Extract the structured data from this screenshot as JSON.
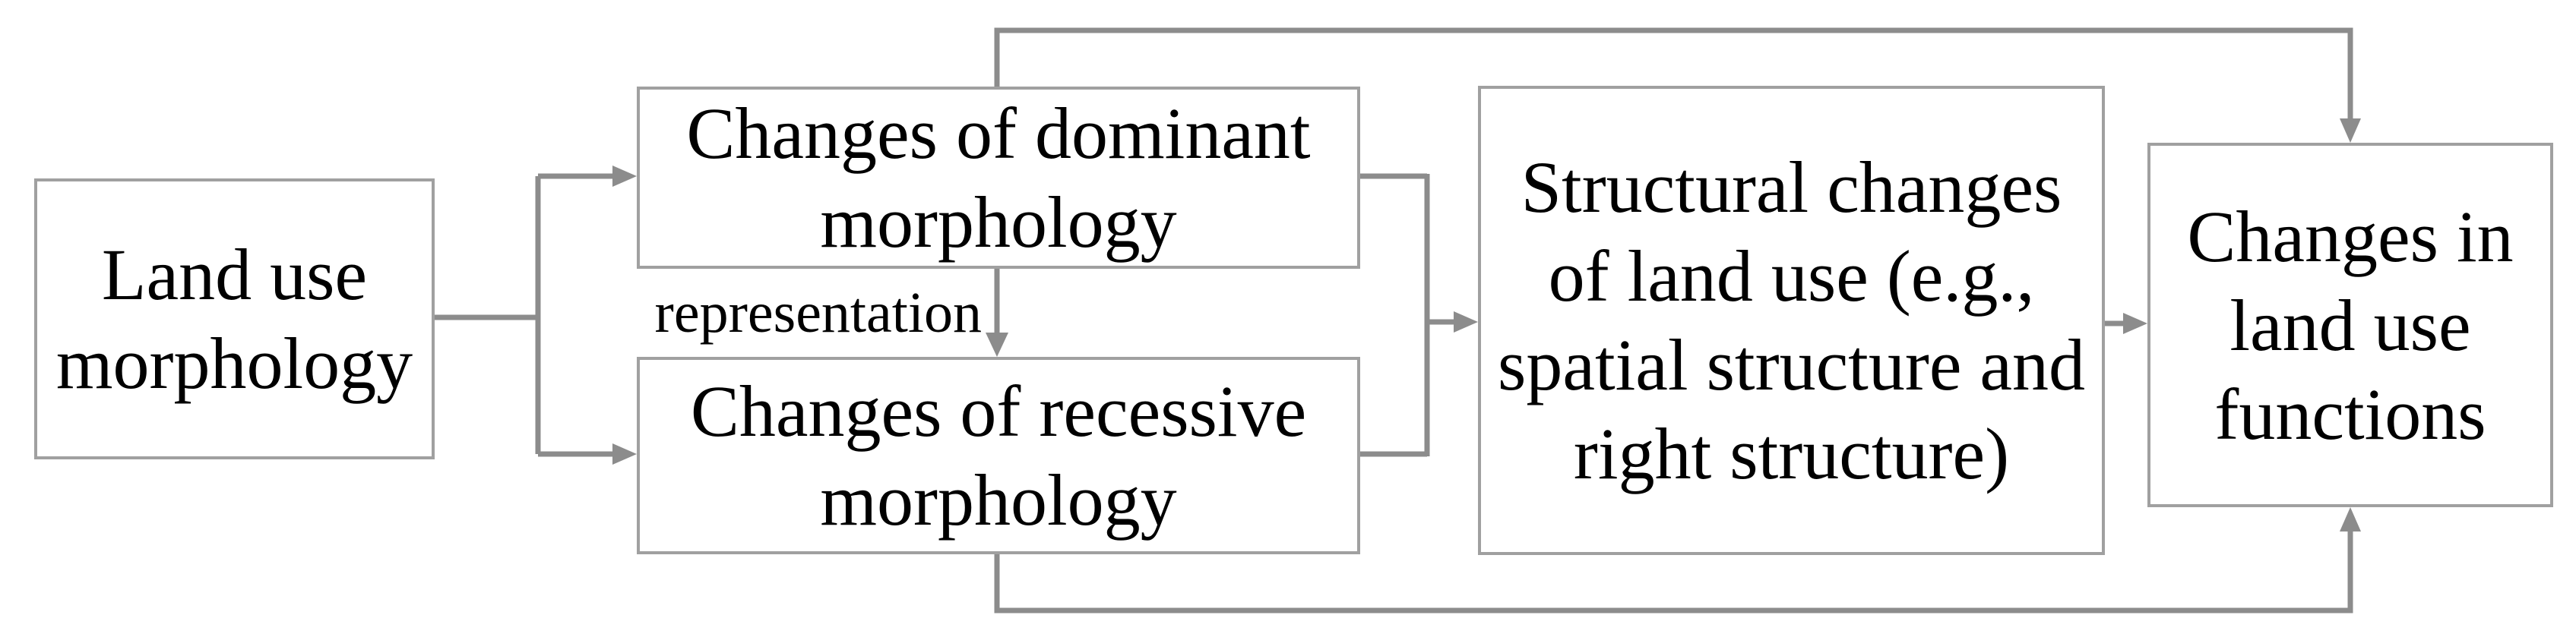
{
  "diagram": {
    "boxes": [
      {
        "id": "land-use-morphology",
        "text": "Land use\nmorphology"
      },
      {
        "id": "changes-dominant-morphology",
        "text": "Changes of dominant\nmorphology"
      },
      {
        "id": "changes-recessive-morphology",
        "text": "Changes of recessive\nmorphology"
      },
      {
        "id": "structural-changes-land-use",
        "text": "Structural changes\nof land use (e.g.,\nspatial structure and\nright structure)"
      },
      {
        "id": "changes-land-use-functions",
        "text": "Changes in\nland use\nfunctions"
      }
    ],
    "edge_label": "representation",
    "colors": {
      "connector": "#8c8c8c",
      "box_border": "#a0a0a0",
      "text": "#000000",
      "background": "#ffffff"
    }
  }
}
